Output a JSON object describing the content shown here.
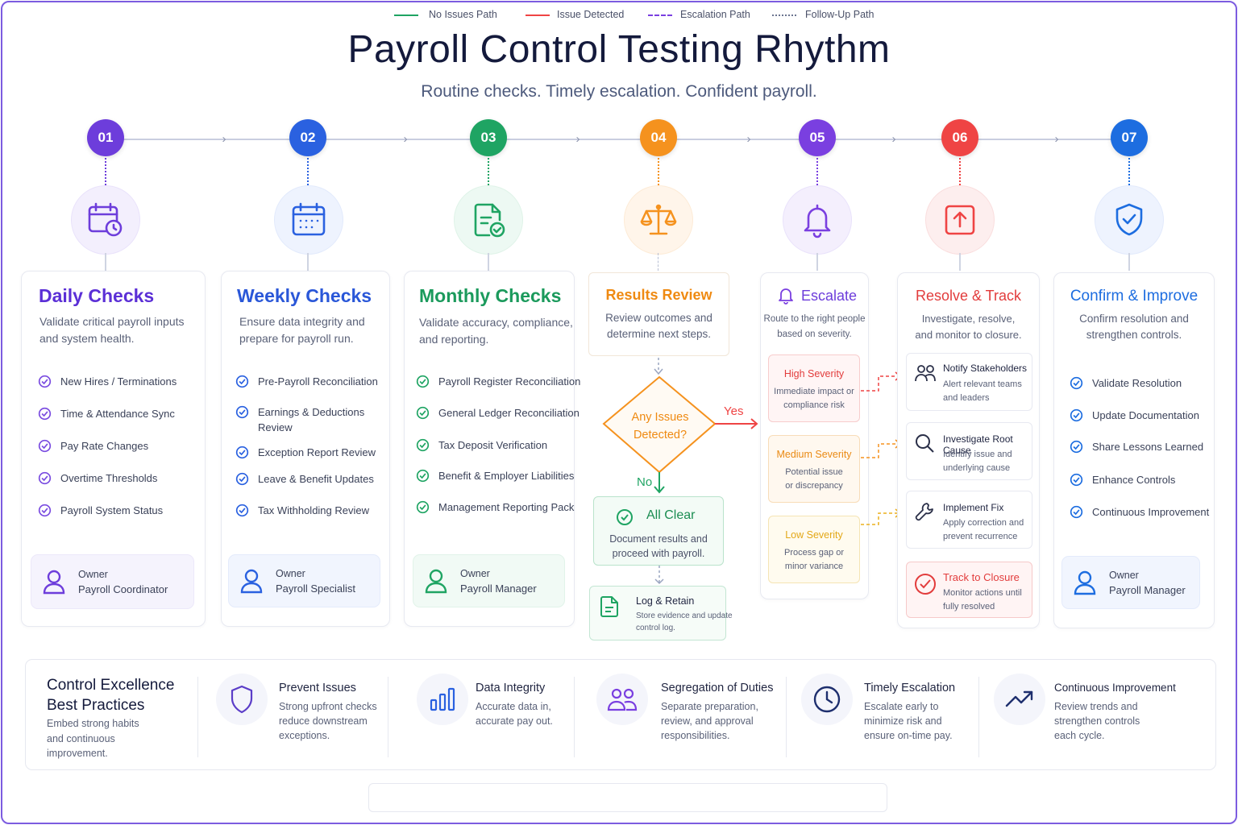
{
  "title": "Payroll Control Testing Rhythm",
  "subtitle": "Routine checks. Timely escalation. Confident payroll.",
  "steps": [
    {
      "num": "01",
      "color": "#6d3ddb",
      "icon": "calendar-clock-icon"
    },
    {
      "num": "02",
      "color": "#2a61e0",
      "icon": "calendar-grid-icon"
    },
    {
      "num": "03",
      "color": "#1fa463",
      "icon": "document-check-icon"
    },
    {
      "num": "04",
      "color": "#f5921e",
      "icon": "scales-icon"
    },
    {
      "num": "05",
      "color": "#7a3fe0",
      "icon": "bell-icon"
    },
    {
      "num": "06",
      "color": "#ef4444",
      "icon": "upload-arrow-icon"
    },
    {
      "num": "07",
      "color": "#1d6de0",
      "icon": "shield-check-icon"
    }
  ],
  "daily": {
    "title": "Daily Checks",
    "desc": [
      "Validate critical payroll inputs",
      "and system health."
    ],
    "items": [
      "New Hires / Terminations",
      "Time & Attendance Sync",
      "Pay Rate Changes",
      "Overtime Thresholds",
      "Payroll System Status"
    ],
    "owner_label": "Owner",
    "owner": "Payroll Coordinator"
  },
  "weekly": {
    "title": "Weekly Checks",
    "desc": [
      "Ensure data integrity and",
      "prepare for payroll run."
    ],
    "items": [
      "Pre-Payroll Reconciliation",
      "Earnings & Deductions",
      "Review",
      "Exception Report Review",
      "Leave & Benefit Updates",
      "Tax Withholding Review"
    ],
    "owner_label": "Owner",
    "owner": "Payroll Specialist"
  },
  "monthly": {
    "title": "Monthly Checks",
    "desc": [
      "Validate accuracy, compliance,",
      "and reporting."
    ],
    "items": [
      "Payroll Register Reconciliation",
      "General Ledger Reconciliation",
      "Tax Deposit Verification",
      "Benefit & Employer Liabilities",
      "Management Reporting Pack"
    ],
    "owner_label": "Owner",
    "owner": "Payroll Manager"
  },
  "results": {
    "title": "Results Review",
    "desc": [
      "Review outcomes and",
      "determine next steps."
    ],
    "decision": [
      "Any Issues",
      "Detected?"
    ],
    "yes": "Yes",
    "no": "No",
    "clear_title": "All Clear",
    "clear_desc": [
      "Document results and",
      "proceed with payroll."
    ],
    "log_title": "Log & Retain",
    "log_desc": [
      "Store evidence and update",
      "control log."
    ]
  },
  "escalate": {
    "title": "Escalate",
    "desc": [
      "Route to the right people",
      "based on severity."
    ],
    "high": {
      "title": "High Severity",
      "desc": [
        "Immediate impact or",
        "compliance risk"
      ]
    },
    "medium": {
      "title": "Medium Severity",
      "desc": [
        "Potential issue",
        "or discrepancy"
      ]
    },
    "low": {
      "title": "Low Severity",
      "desc": [
        "Process gap or",
        "minor variance"
      ]
    }
  },
  "resolve": {
    "title": "Resolve & Track",
    "desc": [
      "Investigate, resolve,",
      "and monitor to closure."
    ],
    "actions": [
      {
        "title": "Notify Stakeholders",
        "desc": [
          "Alert relevant teams",
          "and leaders"
        ]
      },
      {
        "title": "Investigate Root Cause",
        "desc": [
          "Identify issue and",
          "underlying cause"
        ]
      },
      {
        "title": "Implement Fix",
        "desc": [
          "Apply correction and",
          "prevent recurrence"
        ]
      }
    ],
    "track_title": "Track to Closure",
    "track_desc": [
      "Monitor actions until",
      "fully resolved"
    ]
  },
  "confirm": {
    "title": "Confirm & Improve",
    "desc": [
      "Confirm resolution and",
      "strengthen controls."
    ],
    "items": [
      "Validate Resolution",
      "Update Documentation",
      "Share Lessons Learned",
      "Enhance Controls",
      "Continuous Improvement"
    ],
    "owner_label": "Owner",
    "owner": "Payroll Manager"
  },
  "best_practices": {
    "title": [
      "Control Excellence",
      "Best Practices"
    ],
    "desc": [
      "Embed strong habits",
      "and continuous",
      "improvement."
    ],
    "items": [
      {
        "title": "Prevent Issues",
        "desc": [
          "Strong upfront checks",
          "reduce downstream",
          "exceptions."
        ],
        "icon": "shield-icon"
      },
      {
        "title": "Data Integrity",
        "desc": [
          "Accurate data in,",
          "accurate pay out."
        ],
        "icon": "bar-chart-icon"
      },
      {
        "title": "Segregation of Duties",
        "desc": [
          "Separate preparation,",
          "review, and approval",
          "responsibilities."
        ],
        "icon": "users-icon"
      },
      {
        "title": "Timely Escalation",
        "desc": [
          "Escalate early to",
          "minimize risk and",
          "ensure on-time pay."
        ],
        "icon": "clock-icon"
      },
      {
        "title": "Continuous Improvement",
        "desc": [
          "Review trends and",
          "strengthen controls",
          "each cycle."
        ],
        "icon": "trend-up-icon"
      }
    ]
  },
  "legend": [
    "No  Issues  Path",
    "Issue Detected",
    "Escalation Path",
    "Follow-Up Path"
  ]
}
